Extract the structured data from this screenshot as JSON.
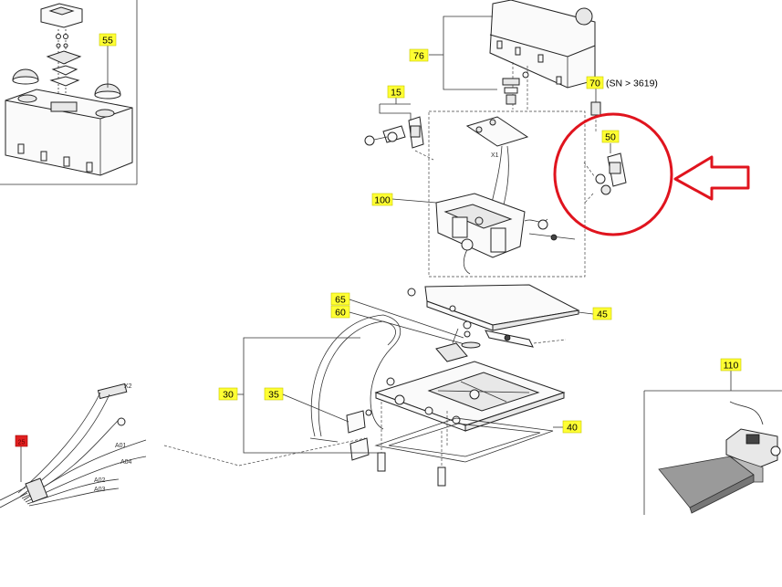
{
  "labels": {
    "l55": "55",
    "l76": "76",
    "l15": "15",
    "l70": "70",
    "l70_note": "(SN > 3619)",
    "l50": "50",
    "l100": "100",
    "l65": "65",
    "l60": "60",
    "l45": "45",
    "l30": "30",
    "l35": "35",
    "l40": "40",
    "l110": "110",
    "l_red": "25"
  },
  "wire_labels": {
    "x2": "X2",
    "a01": "A01",
    "a02": "A02",
    "a03": "A03",
    "a04": "A04",
    "x1": "X1"
  },
  "colors": {
    "tag_fill": "#ffff33",
    "highlight": "#e0141e"
  }
}
